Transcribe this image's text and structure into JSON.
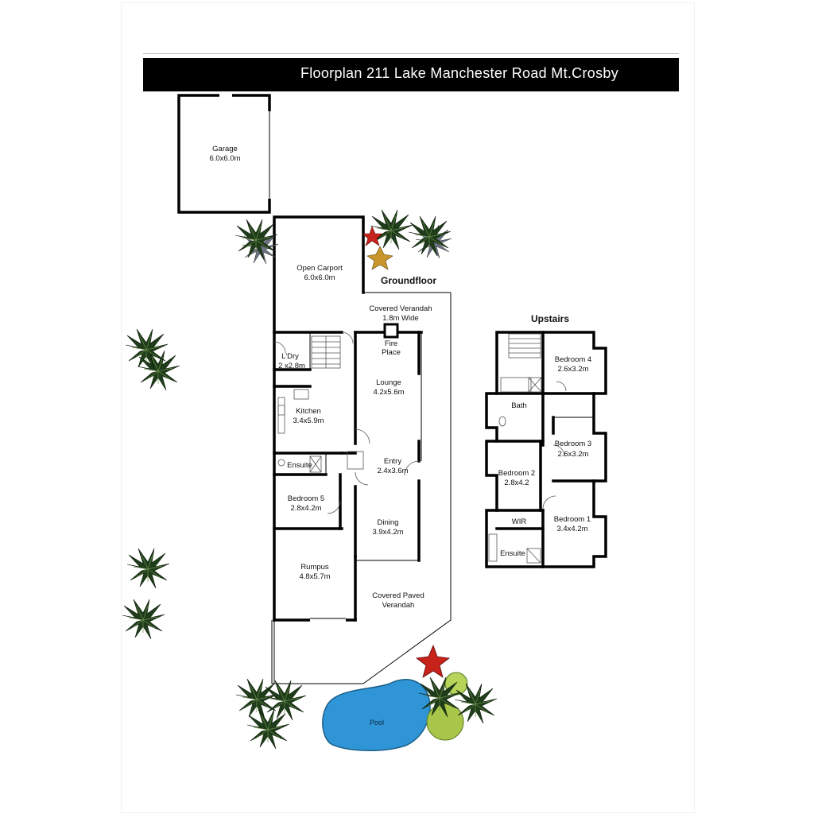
{
  "title": "Floorplan 211 Lake Manchester Road  Mt.Crosby",
  "headings": {
    "groundfloor": "Groundfloor",
    "upstairs": "Upstairs"
  },
  "ground_floor": {
    "garage": {
      "name": "Garage",
      "size": "6.0x6.0m"
    },
    "carport": {
      "name": "Open Carport",
      "size": "6.0x6.0m"
    },
    "covered_verandah": {
      "name": "Covered Verandah",
      "size": "1.8m Wide"
    },
    "fireplace": {
      "line1": "Fire",
      "line2": "Place"
    },
    "laundry": {
      "name": "L'Dry",
      "size": "2 x2.8m"
    },
    "lounge": {
      "name": "Lounge",
      "size": "4.2x5.6m"
    },
    "kitchen": {
      "name": "Kitchen",
      "size": "3.4x5.9m"
    },
    "ensuite": {
      "name": "Ensuite"
    },
    "entry": {
      "name": "Entry",
      "size": "2.4x3.6m"
    },
    "bedroom5": {
      "name": "Bedroom 5",
      "size": "2.8x4.2m"
    },
    "dining": {
      "name": "Dining",
      "size": "3.9x4.2m"
    },
    "rumpus": {
      "name": "Rumpus",
      "size": "4.8x5.7m"
    },
    "paved_verandah": {
      "line1": "Covered Paved",
      "line2": "Verandah"
    },
    "pool": {
      "name": "Pool"
    }
  },
  "upstairs": {
    "bedroom4": {
      "name": "Bedroom 4",
      "size": "2.6x3.2m"
    },
    "bath": {
      "name": "Bath"
    },
    "bedroom3": {
      "name": "Bedroom 3",
      "size": "2.6x3.2m"
    },
    "bedroom2": {
      "name": "Bedroom 2",
      "size": "2.8x4.2"
    },
    "wir": {
      "name": "WIR"
    },
    "bedroom1": {
      "name": "Bedroom 1",
      "size": "3.4x4.2m"
    },
    "ensuite": {
      "name": "Ensuite"
    }
  },
  "colors": {
    "title_bar": "#000000",
    "pool": "#2f95d6",
    "plant_dark": "#1f3d1a",
    "flower_red": "#c8231b",
    "flower_gold": "#c9962c",
    "shrub_green": "#a8c64a"
  }
}
